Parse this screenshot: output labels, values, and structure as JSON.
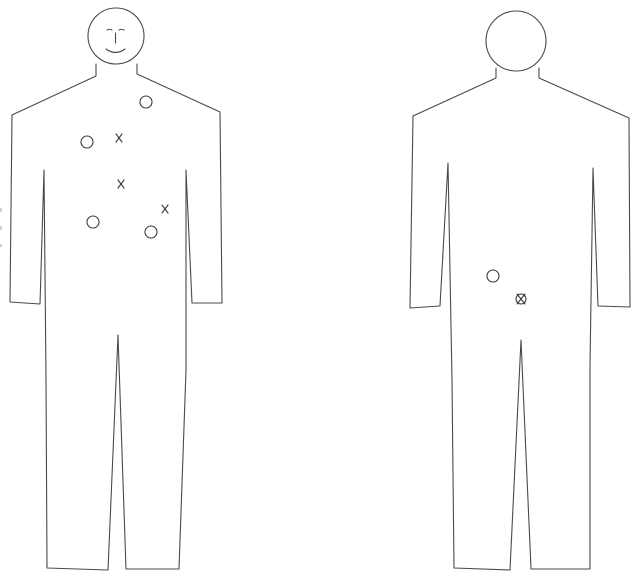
{
  "figures": [
    {
      "id": "front",
      "view": "front",
      "face": true,
      "marks": [
        {
          "type": "circle"
        },
        {
          "type": "circle"
        },
        {
          "type": "cross"
        },
        {
          "type": "cross"
        },
        {
          "type": "cross"
        },
        {
          "type": "circle"
        },
        {
          "type": "circle"
        }
      ]
    },
    {
      "id": "back",
      "view": "back",
      "face": false,
      "marks": [
        {
          "type": "circle"
        },
        {
          "type": "circle-cross"
        }
      ]
    }
  ],
  "marker_types": {
    "circle": "circle-marker",
    "cross": "cross-marker",
    "circle-cross": "circle-cross-marker"
  },
  "colors": {
    "background": "#ffffff",
    "outline": "#4a4a4a",
    "marks": "#3a3a3a"
  }
}
